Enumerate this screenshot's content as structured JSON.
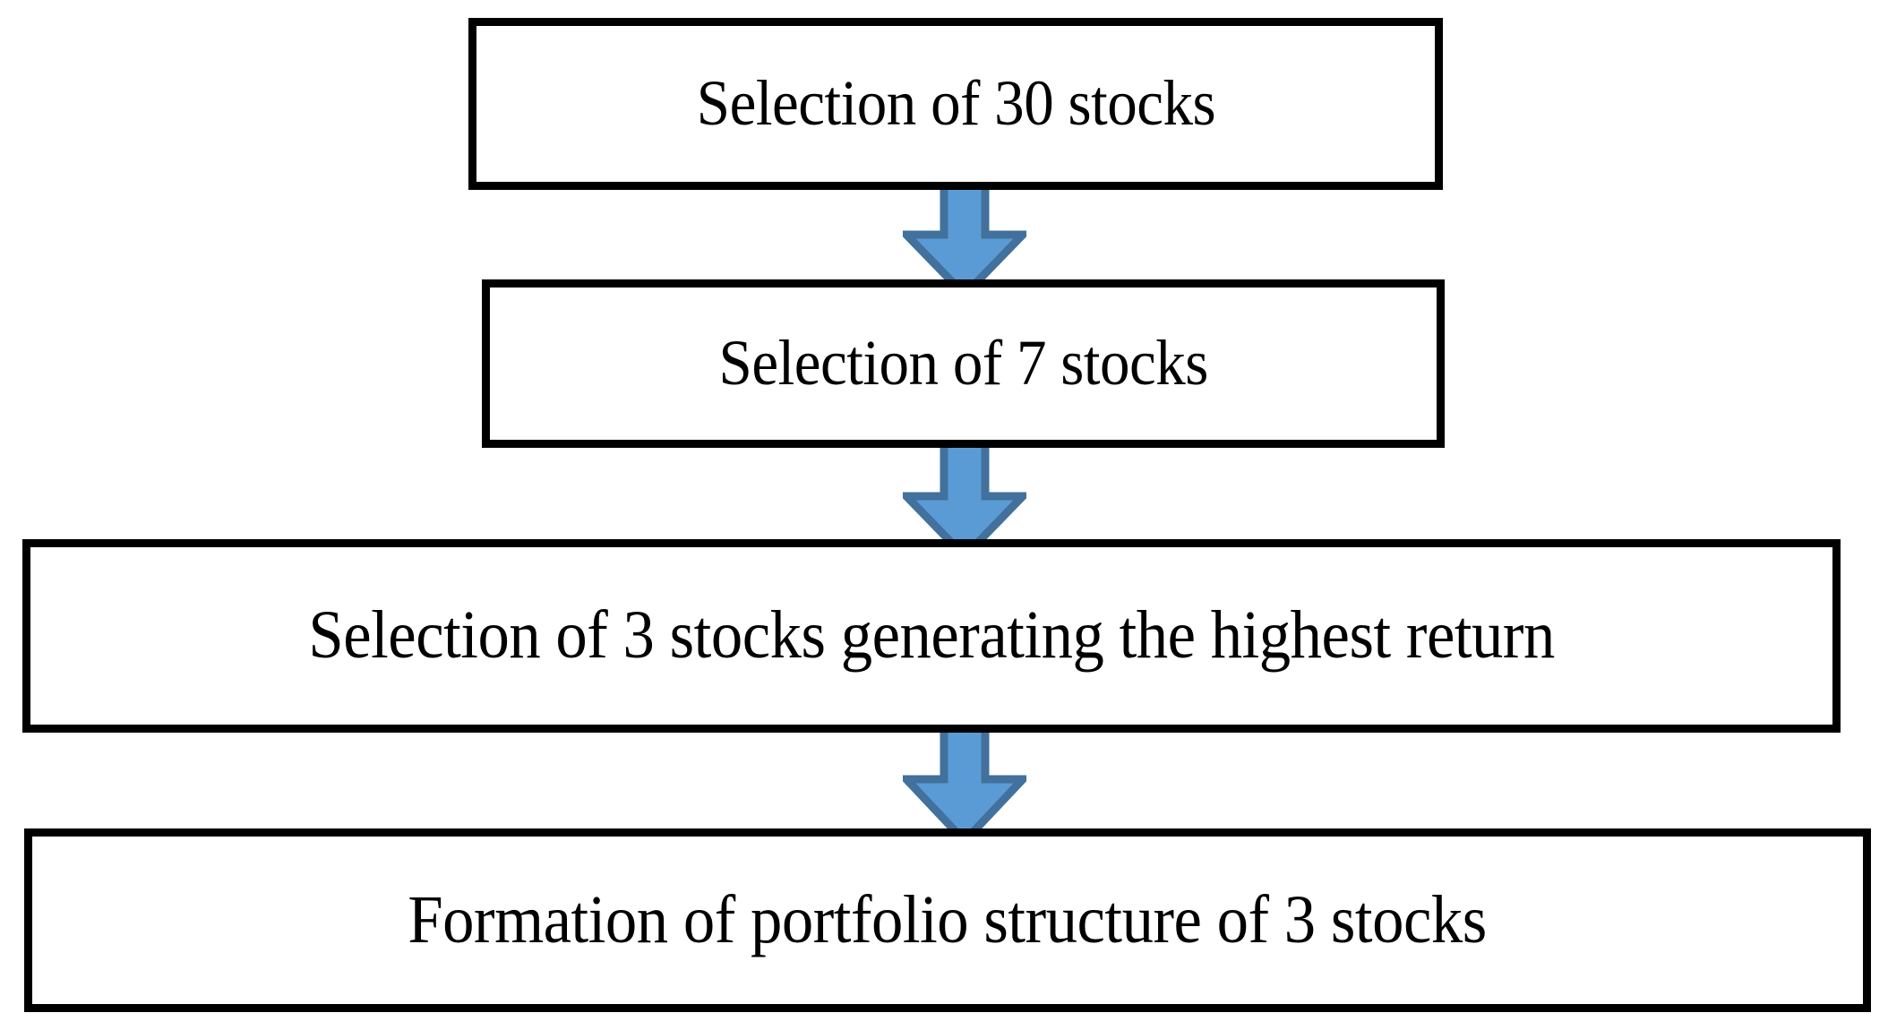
{
  "diagram": {
    "title": "Portfolio selection process flowchart",
    "type": "vertical-flowchart",
    "background_color": "#ffffff",
    "box_border_color": "#000000",
    "box_fill_color": "#ffffff",
    "text_color": "#000000",
    "arrow_fill_color": "#5B9BD5",
    "arrow_border_color": "#41719C",
    "nodes": [
      {
        "id": "node-1",
        "label": "Selection of 30 stocks"
      },
      {
        "id": "node-2",
        "label": "Selection of 7 stocks"
      },
      {
        "id": "node-3",
        "label": "Selection of 3 stocks generating the highest return"
      },
      {
        "id": "node-4",
        "label": "Formation of portfolio structure of 3 stocks"
      }
    ],
    "connectors": [
      {
        "id": "arrow-1",
        "icon": "arrow-down-icon",
        "from": "node-1",
        "to": "node-2"
      },
      {
        "id": "arrow-2",
        "icon": "arrow-down-icon",
        "from": "node-2",
        "to": "node-3"
      },
      {
        "id": "arrow-3",
        "icon": "arrow-down-icon",
        "from": "node-3",
        "to": "node-4"
      }
    ]
  }
}
